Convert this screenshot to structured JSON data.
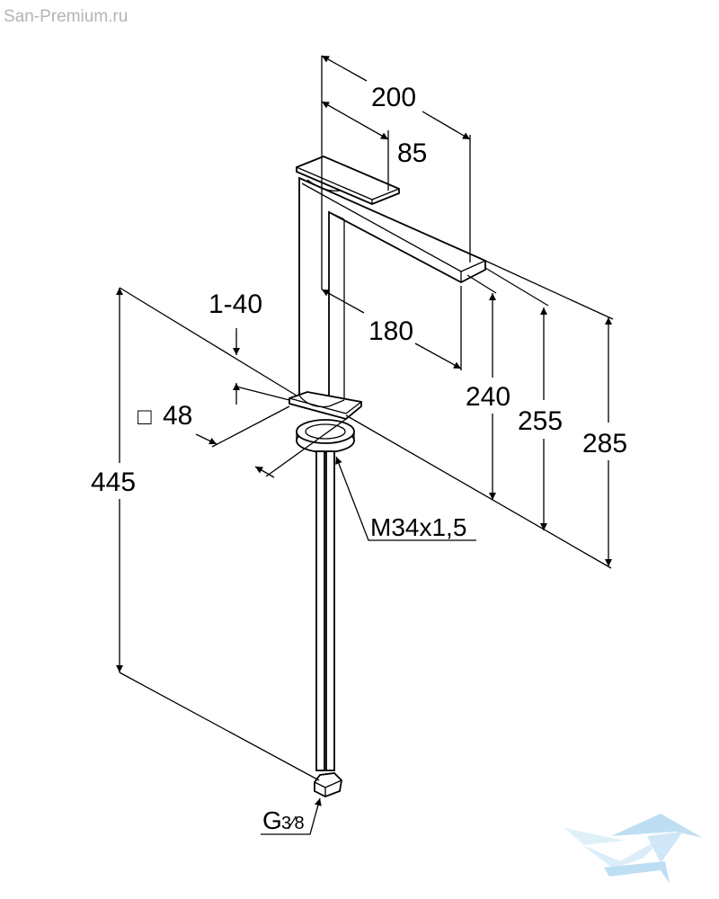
{
  "watermark": "San-Premium.ru",
  "dimensions": {
    "d200": "200",
    "d85": "85",
    "d180": "180",
    "d1_40": "1-40",
    "d48_symbol": "□",
    "d48": "48",
    "d445": "445",
    "d240": "240",
    "d255": "255",
    "d285": "285",
    "thread_top": "M34x1,5",
    "thread_bottom_g": "G",
    "thread_bottom_frac": "3⁄8"
  },
  "colors": {
    "line": "#000000",
    "logo": "#a9d4ef",
    "watermark": "#b4b4b4"
  }
}
